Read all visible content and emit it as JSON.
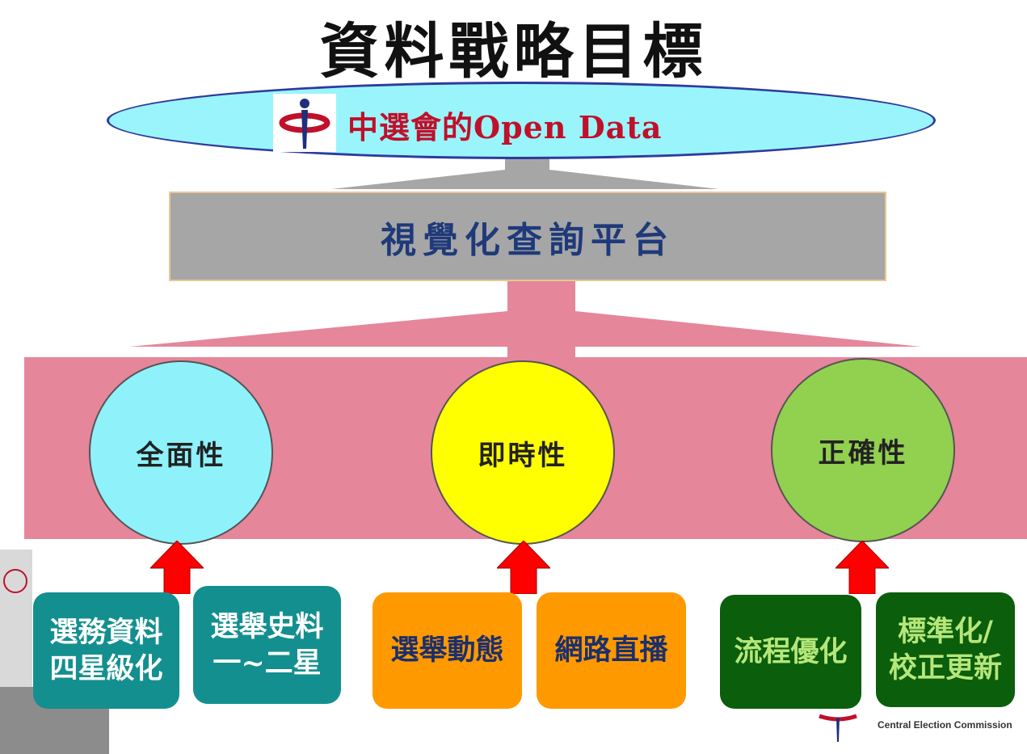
{
  "title": "資料戰略目標",
  "top_ellipse": {
    "label": "中選會的Open Data",
    "logo_icon": "cec-logo-icon"
  },
  "platform": {
    "label": "視覺化查詢平台"
  },
  "pillars": [
    {
      "label": "全面性",
      "color": "#8ff2fb"
    },
    {
      "label": "即時性",
      "color": "#ffff00"
    },
    {
      "label": "正確性",
      "color": "#92d050"
    }
  ],
  "initiatives": [
    {
      "text": "選務資料\n四星級化",
      "bg": "#148f8f",
      "fg": "#ffffff"
    },
    {
      "text": "選舉史料\n一~二星",
      "bg": "#148f8f",
      "fg": "#ffffff"
    },
    {
      "text": "選舉動態",
      "bg": "#ff9900",
      "fg": "#1c2f6b"
    },
    {
      "text": "網路直播",
      "bg": "#ff9900",
      "fg": "#1c2f6b"
    },
    {
      "text": "流程優化",
      "bg": "#0b5e0b",
      "fg": "#b6e67a"
    },
    {
      "text": "標準化/\n校正更新",
      "bg": "#0b5e0b",
      "fg": "#b6e67a"
    }
  ],
  "footer": {
    "org_en": "Central Election Commission"
  },
  "colors": {
    "ellipse_fill": "#99f5fb",
    "ellipse_stroke": "#2f3a9e",
    "platform_fill": "#a6a6a6",
    "band_fill": "#e5869a",
    "arrow_red": "#ff0000"
  }
}
